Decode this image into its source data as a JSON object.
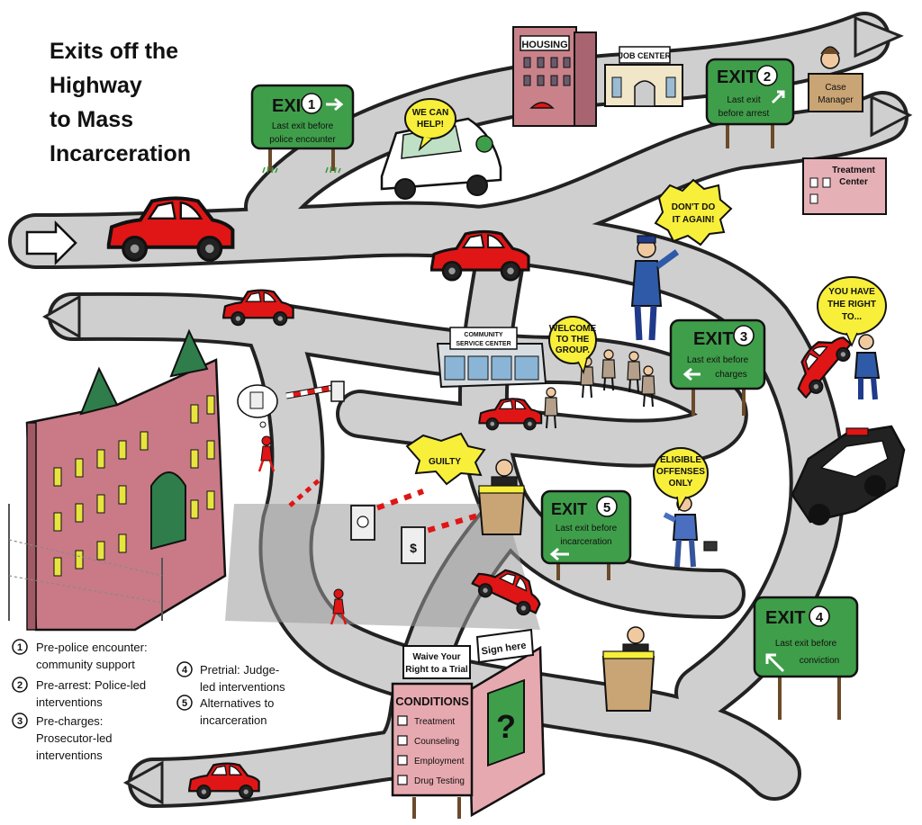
{
  "title": {
    "lines": [
      "Exits off the",
      "Highway",
      "to Mass",
      "Incarceration"
    ]
  },
  "exits": [
    {
      "exit_word": "EXIT",
      "number": "1",
      "lines": [
        "Last exit before",
        "police encounter"
      ]
    },
    {
      "exit_word": "EXIT",
      "number": "2",
      "lines": [
        "Last exit",
        "before arrest"
      ]
    },
    {
      "exit_word": "EXIT",
      "number": "3",
      "lines": [
        "Last exit before",
        "charges"
      ]
    },
    {
      "exit_word": "EXIT",
      "number": "4",
      "lines": [
        "Last exit before",
        "conviction"
      ]
    },
    {
      "exit_word": "EXIT",
      "number": "5",
      "lines": [
        "Last exit before",
        "incarceration"
      ]
    }
  ],
  "bubbles": {
    "we_can_help": [
      "WE CAN",
      "HELP!"
    ],
    "dont_do_it": [
      "DON'T DO",
      "IT AGAIN!"
    ],
    "right_to": [
      "YOU HAVE",
      "THE RIGHT",
      "TO..."
    ],
    "welcome": [
      "WELCOME",
      "TO THE",
      "GROUP."
    ],
    "guilty": [
      "GUILTY"
    ],
    "eligible": [
      "ELIGIBLE",
      "OFFENSES",
      "ONLY"
    ]
  },
  "buildings": {
    "housing": "HOUSING",
    "job_center": "JOB CENTER",
    "case_manager": [
      "Case",
      "Manager"
    ],
    "treatment_center": [
      "Treatment",
      "Center"
    ],
    "community_service": [
      "COMMUNITY",
      "SERVICE CENTER"
    ]
  },
  "billboard": {
    "waive": [
      "Waive Your",
      "Right to a Trial"
    ],
    "sign_here": "Sign here",
    "conditions_title": "CONDITIONS",
    "conditions": [
      "Treatment",
      "Counseling",
      "Employment",
      "Drug Testing"
    ],
    "mystery": "?"
  },
  "legend": [
    {
      "number": "1",
      "lines": [
        "Pre-police encounter:",
        "community support"
      ]
    },
    {
      "number": "2",
      "lines": [
        "Pre-arrest: Police-led",
        "interventions"
      ]
    },
    {
      "number": "3",
      "lines": [
        "Pre-charges:",
        "Prosecutor-led",
        "interventions"
      ]
    },
    {
      "number": "4",
      "lines": [
        "Pretrial: Judge-",
        "led interventions"
      ]
    },
    {
      "number": "5",
      "lines": [
        "Alternatives to",
        "incarceration"
      ]
    }
  ],
  "colors": {
    "road": "#c8c8c8",
    "sign_green": "#3f9e4a",
    "car_red": "#e01515",
    "bubble_yellow": "#f7ef3a",
    "prison_pink": "#c97a86",
    "billboard_pink": "#e7a9b0"
  }
}
